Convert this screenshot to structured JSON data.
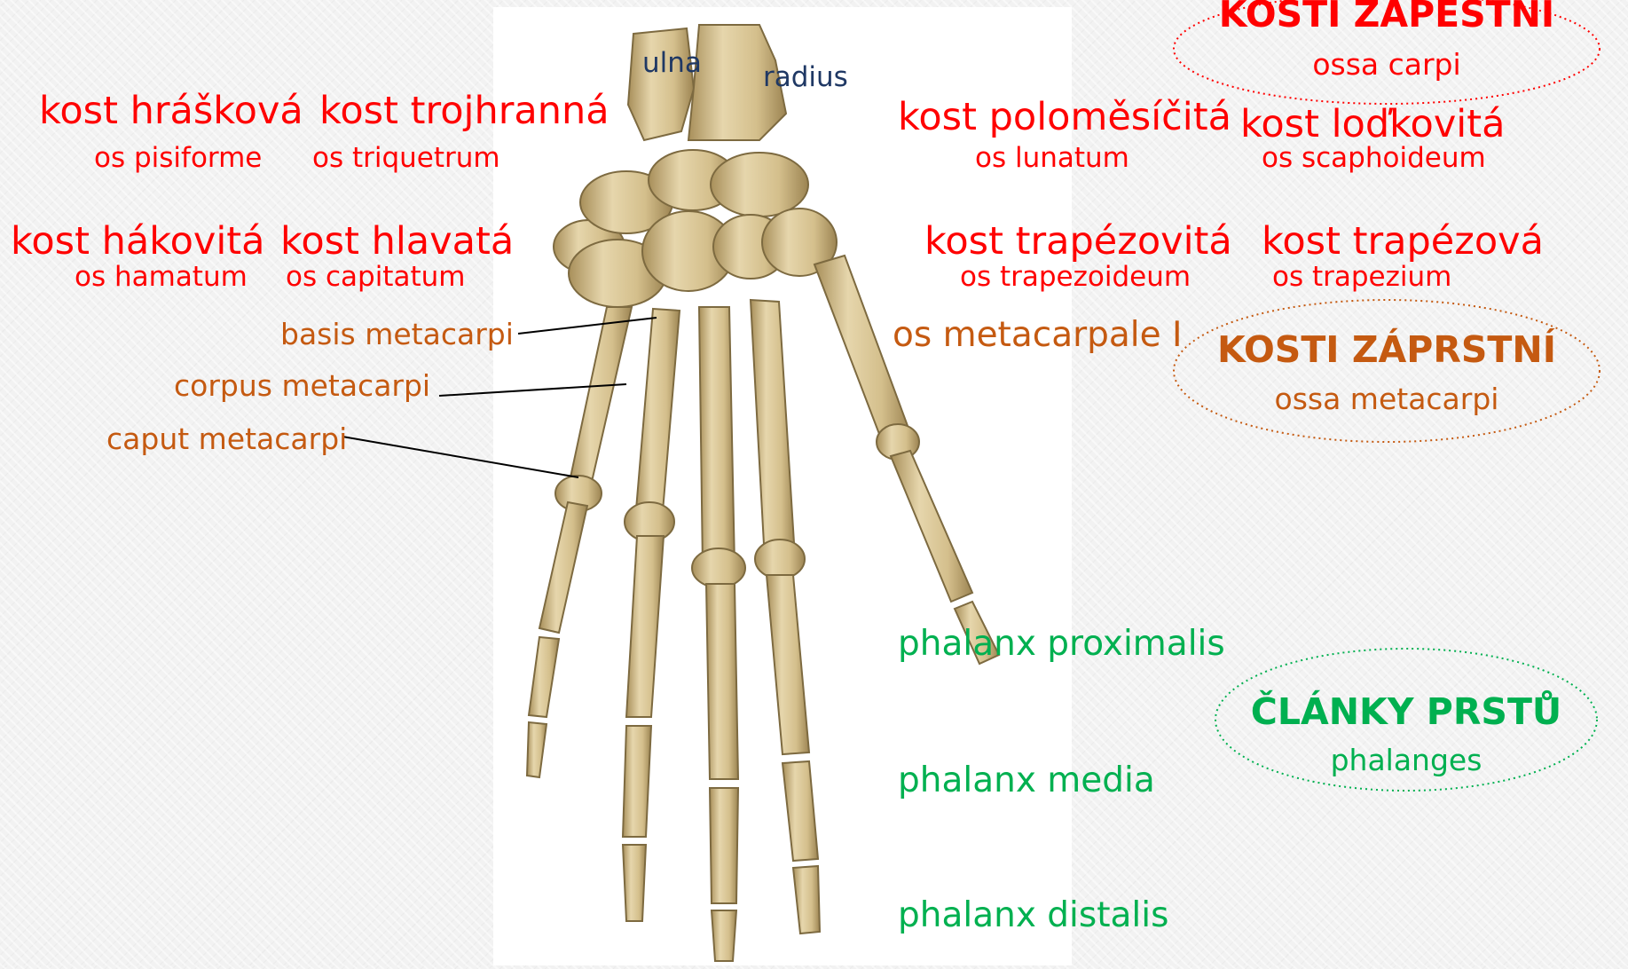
{
  "colors": {
    "carpal": "#ff0000",
    "metacarpal": "#c55a11",
    "phalanges": "#00b050",
    "forearm": "#1f3864",
    "bone": "#d9c697",
    "bone_shadow": "#a88f5a"
  },
  "carpal_group": {
    "title": "KOSTI ZÁPĚSTNÍ",
    "latin": "ossa carpi"
  },
  "metacarpal_group": {
    "title": "KOSTI ZÁPRSTNÍ",
    "latin": "ossa metacarpi"
  },
  "phalanges_group": {
    "title": "ČLÁNKY PRSTŮ",
    "latin": "phalanges"
  },
  "forearm": {
    "ulna": "ulna",
    "radius": "radius"
  },
  "carpals": {
    "pisiform": {
      "czech": "kost hrášková",
      "latin": "os pisiforme"
    },
    "triquetrum": {
      "czech": "kost trojhranná",
      "latin": "os triquetrum"
    },
    "lunate": {
      "czech": "kost poloměsíčitá",
      "latin": "os lunatum"
    },
    "scaphoid": {
      "czech": "kost loďkovitá",
      "latin": "os scaphoideum"
    },
    "hamate": {
      "czech": "kost hákovitá",
      "latin": "os hamatum"
    },
    "capitate": {
      "czech": "kost hlavatá",
      "latin": "os capitatum"
    },
    "trapezoid": {
      "czech": "kost trapézovitá",
      "latin": "os trapezoideum"
    },
    "trapezium": {
      "czech": "kost trapézová",
      "latin": "os trapezium"
    }
  },
  "metacarpal_parts": {
    "basis": "basis metacarpi",
    "corpus": "corpus metacarpi",
    "caput": "caput metacarpi",
    "first": "os metacarpale I"
  },
  "phalanx_parts": {
    "proximal": "phalanx proximalis",
    "middle": "phalanx media",
    "distal": "phalanx distalis"
  }
}
